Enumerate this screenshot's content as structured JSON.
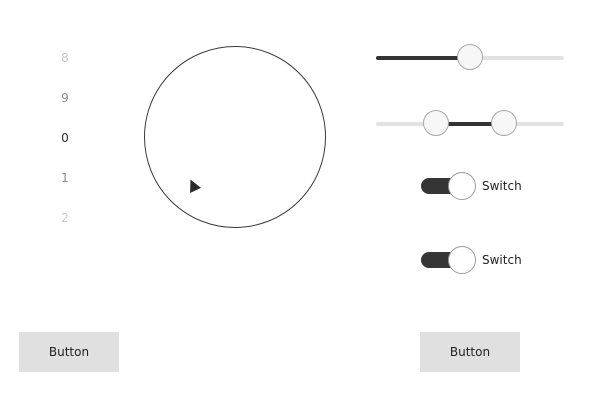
{
  "tumbler": {
    "items": [
      "8",
      "9",
      "0",
      "1",
      "2"
    ],
    "selected": "0"
  },
  "dial": {
    "handle_icon": "triangle-pointer-icon"
  },
  "slider": {
    "value": 0.5
  },
  "range_slider": {
    "first_value": 0.29,
    "second_value": 0.71
  },
  "switches": [
    {
      "label": "Switch",
      "checked": true
    },
    {
      "label": "Switch",
      "checked": true
    }
  ],
  "buttons": {
    "left_label": "Button",
    "right_label": "Button"
  },
  "colors": {
    "accent": "#353535",
    "track": "#e2e2e2",
    "button_bg": "#e0e0e0"
  }
}
